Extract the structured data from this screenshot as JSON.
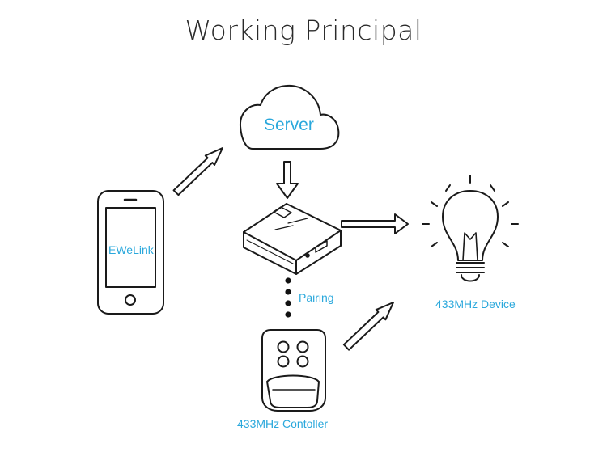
{
  "title": "Working Principal",
  "labels": {
    "server": "Server",
    "app": "EWeLink",
    "pairing": "Pairing",
    "device": "433MHz Device",
    "controller": "433MHz Contoller"
  },
  "colors": {
    "accent": "#2aa8dc",
    "stroke": "#1a1a1a",
    "background": "#ffffff"
  },
  "icons": [
    "smartphone-icon",
    "cloud-icon",
    "bridge-hub-icon",
    "light-bulb-icon",
    "remote-control-icon"
  ]
}
